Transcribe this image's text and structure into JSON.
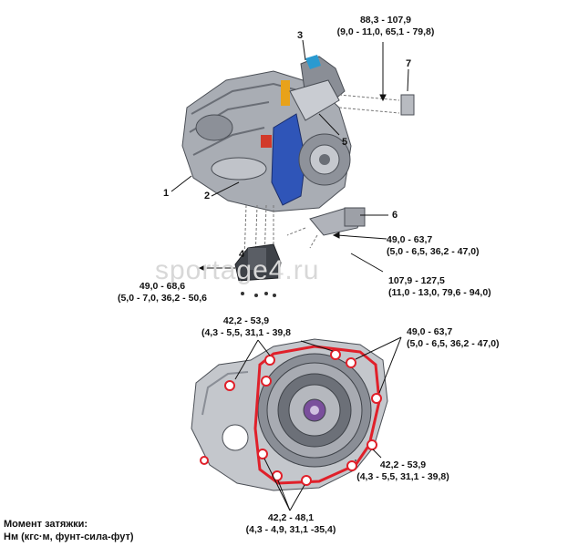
{
  "watermark": "sportage4.ru",
  "parts": [
    "1",
    "2",
    "3",
    "4",
    "5",
    "6",
    "7"
  ],
  "torques": {
    "t_top": {
      "range": "88,3 - 107,9",
      "conv": "(9,0 - 11,0, 65,1 - 79,8)"
    },
    "t_mount6_a": {
      "range": "49,0 - 63,7",
      "conv": "(5,0 - 6,5, 36,2 - 47,0)"
    },
    "t_mount6_b": {
      "range": "107,9 - 127,5",
      "conv": "(11,0 - 13,0, 79,6 - 94,0)"
    },
    "t_mount4": {
      "range": "49,0 - 68,6",
      "conv": "(5,0 - 7,0, 36,2 - 50,6"
    },
    "t_case_tl": {
      "range": "42,2 - 53,9",
      "conv": "(4,3 - 5,5, 31,1 - 39,8"
    },
    "t_case_tr": {
      "range": "49,0 - 63,7",
      "conv": "(5,0 - 6,5, 36,2 - 47,0)"
    },
    "t_case_br": {
      "range": "42,2 - 53,9",
      "conv": "(4,3 - 5,5, 31,1 - 39,8)"
    },
    "t_case_b": {
      "range": "42,2 - 48,1",
      "conv": "(4,3 - 4,9, 31,1 -35,4)"
    }
  },
  "legend": {
    "title": "Момент затяжки:",
    "units": "Нм (кгс·м, фунт-сила-фут)"
  },
  "colors": {
    "housing": "#9a9ea6",
    "housing_dark": "#5f646c",
    "blue_part": "#2f55b8",
    "red_bolt": "#e0202a",
    "leader": "#111111"
  }
}
